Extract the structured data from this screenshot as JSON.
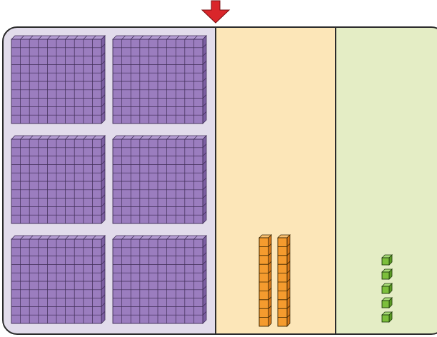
{
  "colors": {
    "hundreds_column_bg": "#E2DCEB",
    "tens_column_bg": "#FCE6B8",
    "ones_column_bg": "#E4EDC5",
    "border": "#2B2B2B",
    "flat_face": "#9B7DBF",
    "flat_top": "#B49CD3",
    "flat_side": "#7C5FA2",
    "flat_lines": "#3E2C55",
    "rod_face": "#F59B2E",
    "rod_top": "#FBC171",
    "rod_side": "#D9791A",
    "rod_lines": "#3A2400",
    "unit_face": "#7CBF3C",
    "unit_top": "#A8DA78",
    "unit_side": "#5A9A25",
    "unit_lines": "#1E3A0C",
    "arrow": "#D9262B"
  },
  "place_value_chart": {
    "columns": [
      {
        "name": "hundreds",
        "block": "flat",
        "count": 6
      },
      {
        "name": "tens",
        "block": "rod",
        "count": 2
      },
      {
        "name": "ones",
        "block": "unit",
        "count": 5
      }
    ],
    "pointer": {
      "icon": "down-arrow-icon",
      "points_at": "hundreds-tens-divider"
    }
  }
}
